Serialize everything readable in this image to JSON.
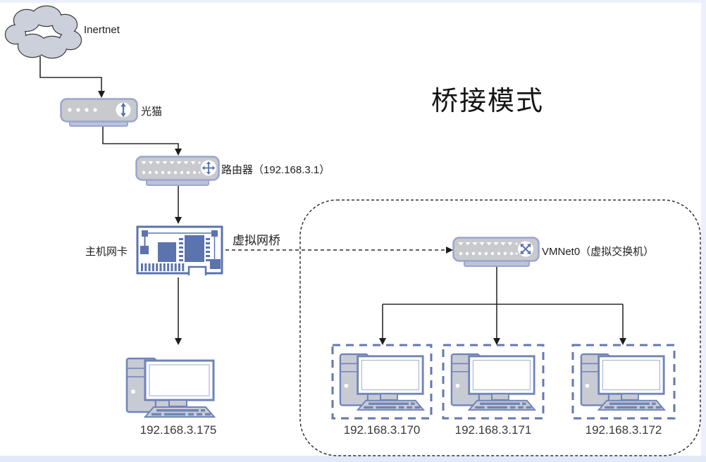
{
  "title": "桥接模式",
  "labels": {
    "internet": "Inertnet",
    "modem": "光猫",
    "router": "路由器（192.168.3.1）",
    "nic": "主机网卡",
    "bridge": "虚拟网桥",
    "vswitch": "VMNet0（虚拟交换机）"
  },
  "hosts": {
    "host_pc_ip": "192.168.3.175",
    "vm1_ip": "192.168.3.170",
    "vm2_ip": "192.168.3.171",
    "vm3_ip": "192.168.3.172"
  },
  "icons": {
    "cloud": "cloud-shape",
    "modem_transfer": "up-down-arrow",
    "router_routing": "four-way-cross-arrow",
    "vswitch_crossover": "diagonal-x-arrows",
    "desktop_pc": "tower-monitor-keyboard"
  },
  "colors": {
    "device_fill": "#c9cacd",
    "device_border": "#9aa6cf",
    "accent_blue": "#5b74ad",
    "pc_stroke": "#7084b8",
    "pc_fill": "#c8cbd4",
    "vm_box_border": "#6478b0",
    "connector_line": "#2b2b2b",
    "container_dash": "#333333",
    "edge_strip": "#ecf0fa"
  }
}
